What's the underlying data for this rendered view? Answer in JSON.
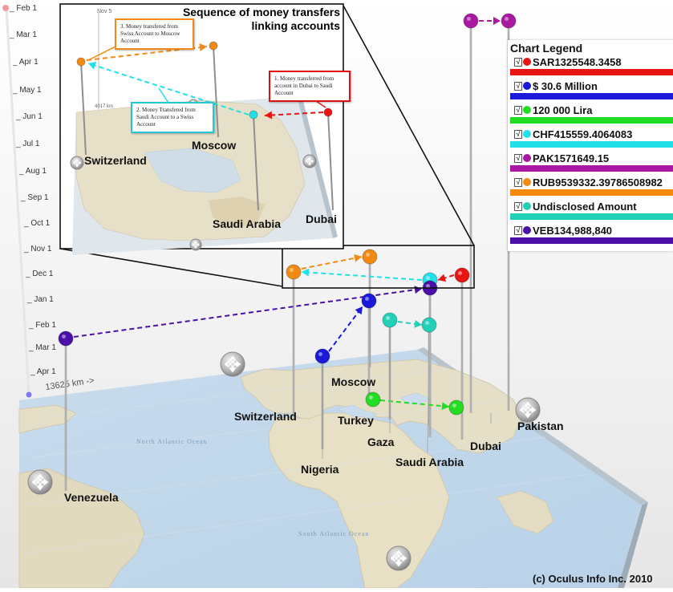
{
  "inset": {
    "title": "Sequence of money transfers linking accounts",
    "title_lines": [
      "Sequence of money transfers",
      "linking accounts"
    ],
    "notes": [
      {
        "id": "dubai",
        "text": "1. Money transferred from account in Dubai to Saudi Account",
        "color": "#e01010"
      },
      {
        "id": "saudi",
        "text": "2. Money Transfered from Saudi Account to a Swiss Account",
        "color": "#22c8d8"
      },
      {
        "id": "swiss",
        "text": "3. Money transfered from Swiss Account to Moscow Account",
        "color": "#f08a18"
      }
    ],
    "places": [
      "Switzerland",
      "Moscow",
      "Saudi Arabia",
      "Dubai"
    ],
    "map_ticks": [
      "Nov 5",
      "4017 km"
    ]
  },
  "timeline": {
    "months": [
      "Feb 1",
      "Mar 1",
      "Apr 1",
      "May 1",
      "Jun 1",
      "Jul 1",
      "Aug 1",
      "Sep 1",
      "Oct 1",
      "Nov 1",
      "Dec 1",
      "Jan 1",
      "Feb 1",
      "Mar 1",
      "Apr 1"
    ]
  },
  "map": {
    "distance": "13625 km ->",
    "ocean_labels": [
      "North Atlantic Ocean",
      "South Atlantic Ocean"
    ],
    "places": [
      "Switzerland",
      "Moscow",
      "Turkey",
      "Gaza",
      "Saudi Arabia",
      "Dubai",
      "Pakistan",
      "Nigeria",
      "Venezuela"
    ]
  },
  "legend": {
    "title": "Chart Legend",
    "items": [
      {
        "label": "SAR1325548.3458",
        "color": "#e81515",
        "checked": "√"
      },
      {
        "label": "$ 30.6 Million",
        "color": "#1a1ad8",
        "checked": "√"
      },
      {
        "label": "120 000 Lira",
        "color": "#22dd22",
        "checked": "√"
      },
      {
        "label": "CHF415559.4064083",
        "color": "#22e0e8",
        "checked": "√"
      },
      {
        "label": "PAK1571649.15",
        "color": "#a818a0",
        "checked": "√"
      },
      {
        "label": "RUB9539332.39786508982",
        "color": "#f28a12",
        "checked": "√"
      },
      {
        "label": "Undisclosed Amount",
        "color": "#22d0b8",
        "checked": "√"
      },
      {
        "label": "VEB134,988,840",
        "color": "#4a10a8",
        "checked": "√"
      }
    ]
  },
  "icons": {
    "navigation": "pan-arrows-icon",
    "checkbox": "checkmark-icon"
  },
  "copyright": "(c) Oculus Info Inc. 2010"
}
